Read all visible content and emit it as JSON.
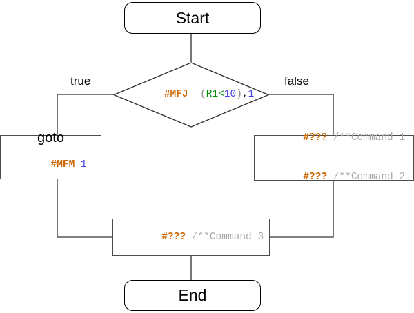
{
  "diagram": {
    "type": "flowchart",
    "title": "Conditional jump flowchart",
    "colors": {
      "opcode": "#cc6600",
      "comment": "#aaaaaa",
      "number": "#4444dd",
      "register": "#008800",
      "punctuation": "#888888",
      "node_border": "#4d4d4d",
      "terminator_border": "#000000",
      "edge": "#555555",
      "background": "#ffffff"
    }
  },
  "nodes": {
    "start": {
      "shape": "rounded-rectangle",
      "label": "Start"
    },
    "decision": {
      "shape": "diamond",
      "opcode": "#MFJ",
      "gap": "  ",
      "open_paren": "(",
      "register_expr": "R1<",
      "threshold": "10",
      "close_paren": ")",
      "comma": ",",
      "target": "1",
      "full_text": "#MFJ  (R1<10),1"
    },
    "goto": {
      "shape": "rectangle",
      "title": "goto",
      "opcode": "#MFM",
      "gap": " ",
      "operand": "1"
    },
    "true_branch_commands": {
      "shape": "rectangle",
      "lines": [
        {
          "opcode": "#???",
          "gap": " ",
          "comment": "/**Command 1"
        },
        {
          "opcode": "#???",
          "gap": " ",
          "comment": "/**Command 2"
        }
      ]
    },
    "merge_command": {
      "shape": "rectangle",
      "opcode": "#???",
      "gap": " ",
      "comment": "/**Command 3"
    },
    "end": {
      "shape": "rounded-rectangle",
      "label": "End"
    }
  },
  "edges": {
    "true_label": "true",
    "false_label": "false"
  }
}
